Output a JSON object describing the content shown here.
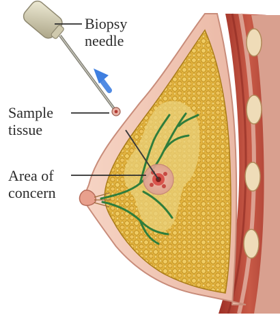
{
  "labels": {
    "biopsy_needle": [
      "Biopsy",
      "needle"
    ],
    "sample_tissue": [
      "Sample",
      "tissue"
    ],
    "area_of_concern": [
      "Area of",
      "concern"
    ]
  },
  "colors": {
    "fat": "#e3b640",
    "fat_dark": "#b98a1c",
    "skin": "#f2c7b8",
    "muscle": "#b8453a",
    "rib": "#eddcbc",
    "duct": "#2f7d3c",
    "arrow": "#3f7fe0",
    "needle_handle": "#d7d2b8"
  }
}
